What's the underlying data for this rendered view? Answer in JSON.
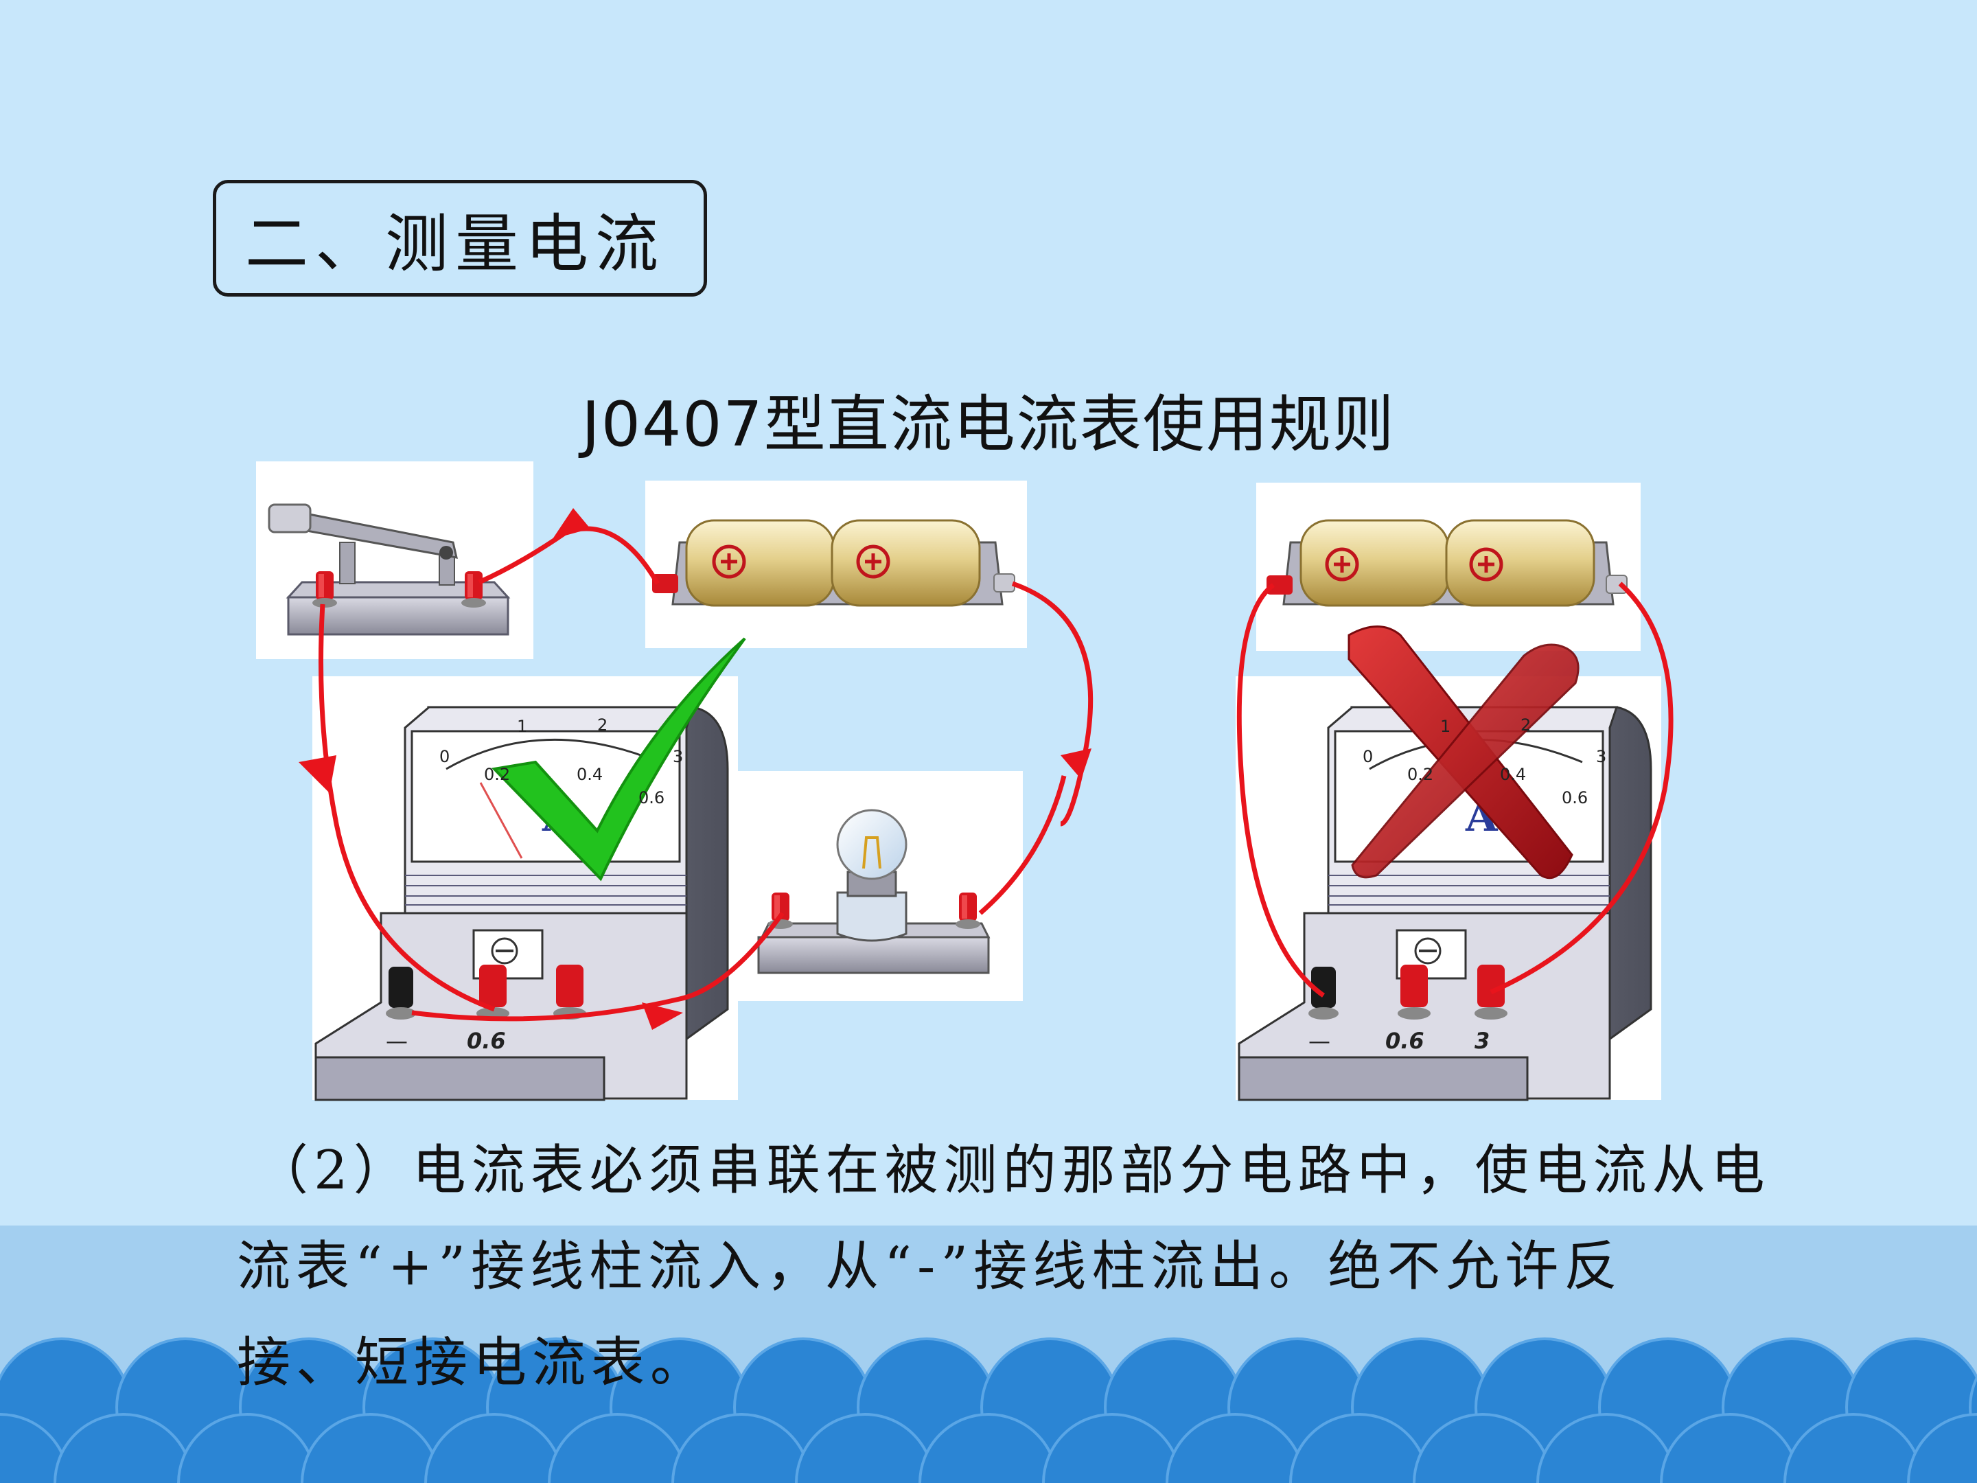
{
  "section": {
    "title": "二、测量电流"
  },
  "figure": {
    "title": "J0407型直流电流表使用规则",
    "ammeter_unit_symbol": "A",
    "scale_numbers": [
      "0",
      "1",
      "2",
      "3"
    ],
    "scale_numbers_small": [
      "0.2",
      "0.4",
      "0.6"
    ],
    "terminal_labels": [
      "—",
      "0.6",
      "3"
    ]
  },
  "body": {
    "lines": [
      "（2）电流表必须串联在被测的那部分电路中，使电流从电",
      "流表“+”接线柱流入，从“-”接线柱流出。绝不允许反",
      "接、短接电流表。"
    ]
  },
  "colors": {
    "background": "#c8e7fb",
    "band": "#a3cff0",
    "scallop": "#2b85d4",
    "wire": "#e8141c",
    "check": "#22c21e",
    "cross": "#b01218",
    "battery": "#e4d08c"
  }
}
